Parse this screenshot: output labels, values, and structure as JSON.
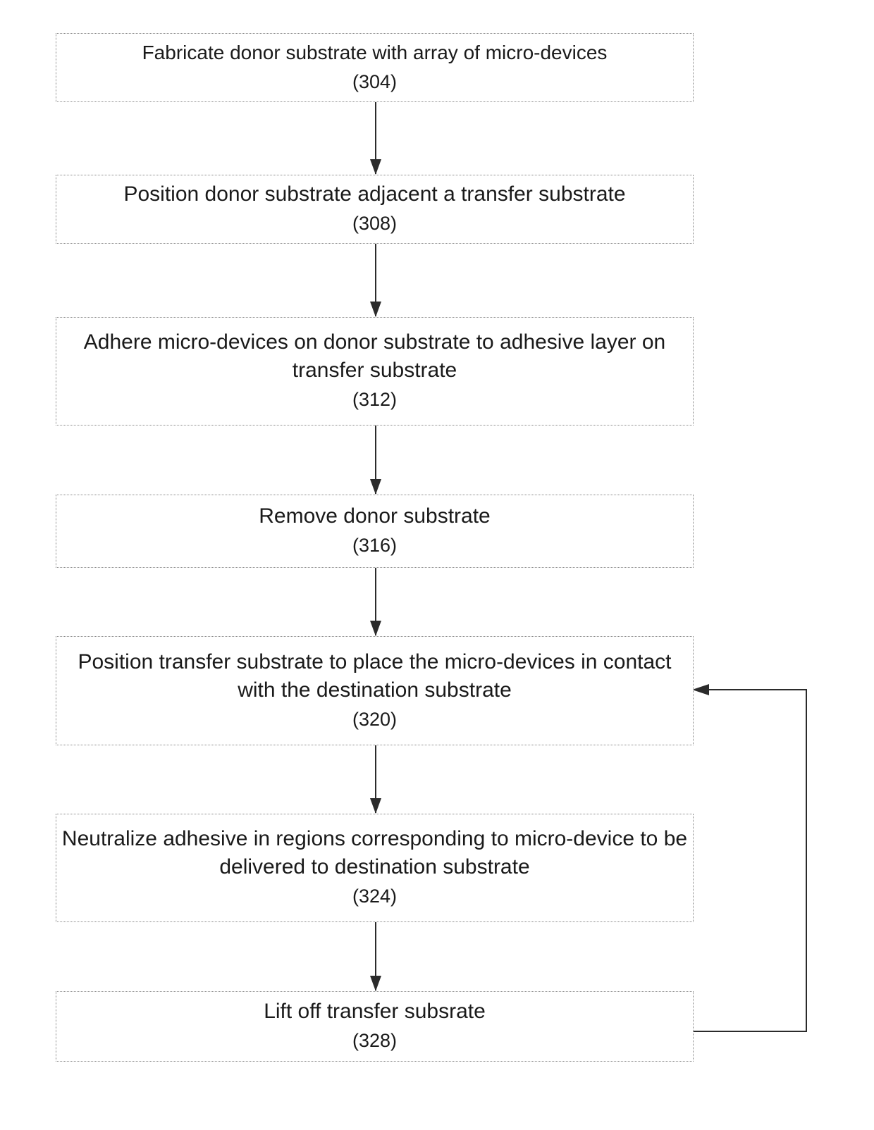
{
  "steps": [
    {
      "text": "Fabricate donor substrate with array of micro-devices",
      "id": "(304)"
    },
    {
      "text": "Position donor substrate adjacent a transfer substrate",
      "id": "(308)"
    },
    {
      "text": "Adhere micro-devices on donor substrate to adhesive layer on transfer substrate",
      "id": "(312)"
    },
    {
      "text": "Remove donor substrate",
      "id": "(316)"
    },
    {
      "text": "Position transfer substrate to place the micro-devices in contact with the destination substrate",
      "id": "(320)"
    },
    {
      "text": "Neutralize adhesive in regions corresponding to micro-device to be delivered to destination substrate",
      "id": "(324)"
    },
    {
      "text": "Lift off transfer subsrate",
      "id": "(328)"
    }
  ],
  "connections": [
    {
      "from": "(304)",
      "to": "(308)"
    },
    {
      "from": "(308)",
      "to": "(312)"
    },
    {
      "from": "(312)",
      "to": "(316)"
    },
    {
      "from": "(316)",
      "to": "(320)"
    },
    {
      "from": "(320)",
      "to": "(324)"
    },
    {
      "from": "(324)",
      "to": "(328)"
    },
    {
      "from": "(328)",
      "to": "(320)",
      "type": "loop-back"
    }
  ],
  "colors": {
    "line": "#2b2b2b",
    "box_border": "#8a8a8a",
    "text": "#1a1a1a"
  }
}
